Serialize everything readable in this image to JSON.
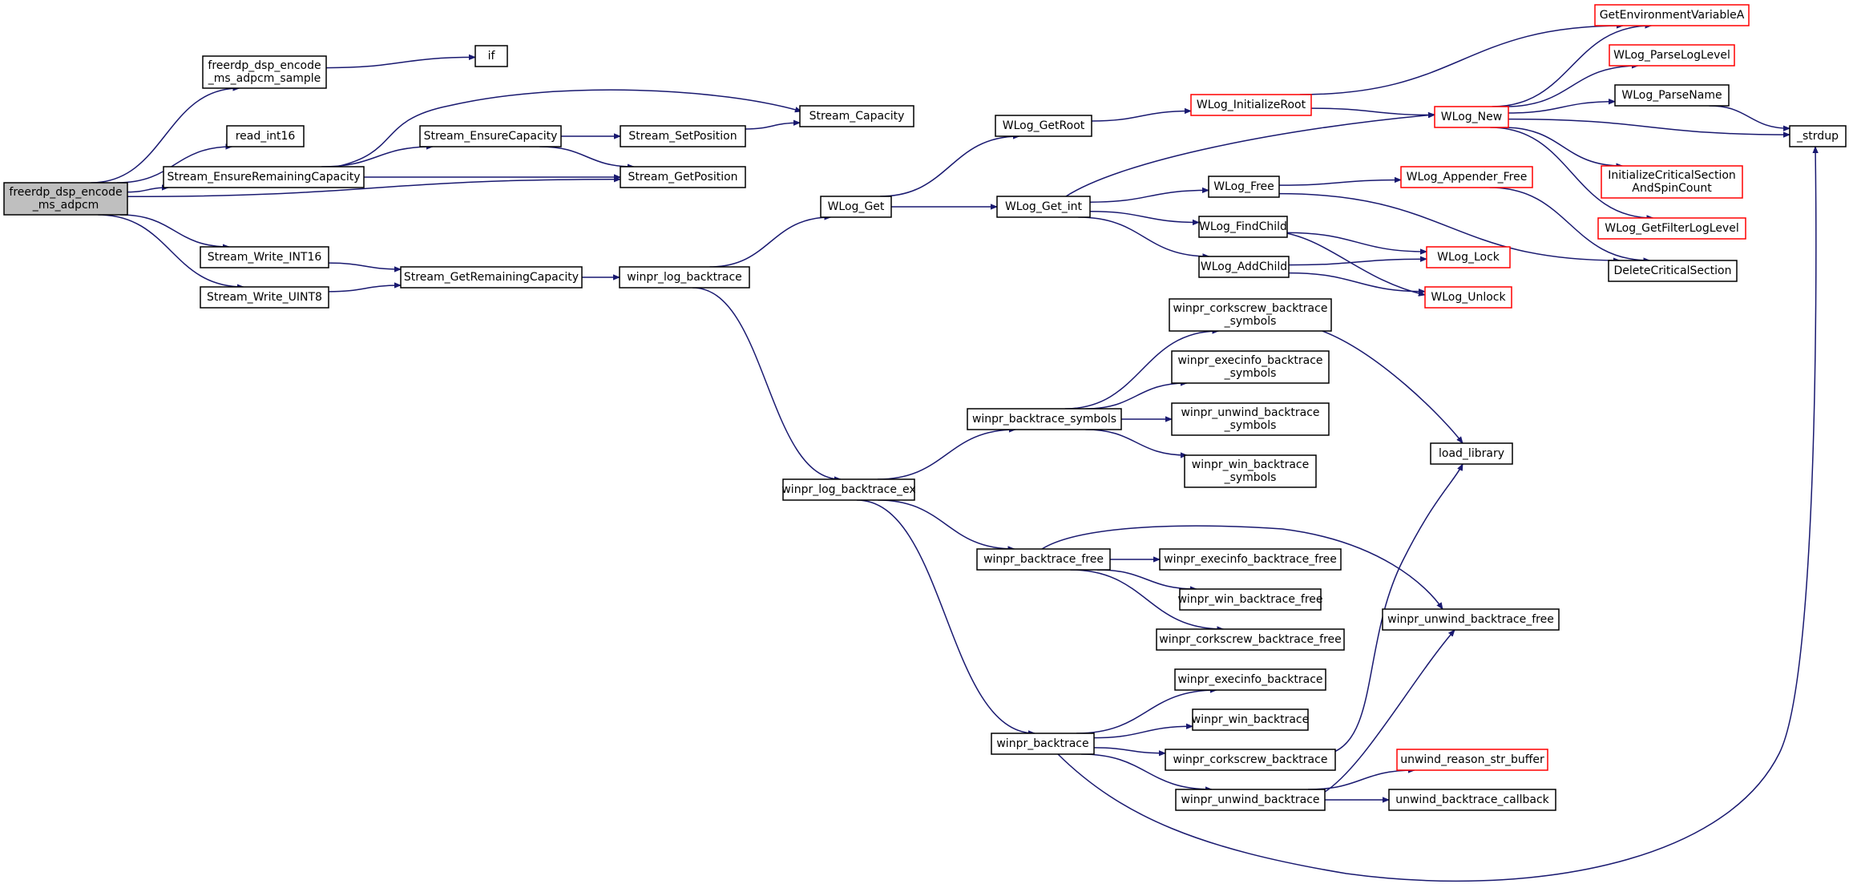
{
  "graph": {
    "nodes": [
      {
        "id": "root",
        "lines": [
          "freerdp_dsp_encode",
          "_ms_adpcm"
        ],
        "style": "root"
      },
      {
        "id": "sample",
        "lines": [
          "freerdp_dsp_encode",
          "_ms_adpcm_sample"
        ],
        "style": "normal"
      },
      {
        "id": "if",
        "lines": [
          "if"
        ],
        "style": "normal"
      },
      {
        "id": "read_int16",
        "lines": [
          "read_int16"
        ],
        "style": "normal"
      },
      {
        "id": "s_erc",
        "lines": [
          "Stream_EnsureRemainingCapacity"
        ],
        "style": "normal"
      },
      {
        "id": "s_ec",
        "lines": [
          "Stream_EnsureCapacity"
        ],
        "style": "normal"
      },
      {
        "id": "s_cap",
        "lines": [
          "Stream_Capacity"
        ],
        "style": "normal"
      },
      {
        "id": "s_setpos",
        "lines": [
          "Stream_SetPosition"
        ],
        "style": "normal"
      },
      {
        "id": "s_getpos",
        "lines": [
          "Stream_GetPosition"
        ],
        "style": "normal"
      },
      {
        "id": "s_wi16",
        "lines": [
          "Stream_Write_INT16"
        ],
        "style": "normal"
      },
      {
        "id": "s_wu8",
        "lines": [
          "Stream_Write_UINT8"
        ],
        "style": "normal"
      },
      {
        "id": "s_grc",
        "lines": [
          "Stream_GetRemainingCapacity"
        ],
        "style": "normal"
      },
      {
        "id": "w_lb",
        "lines": [
          "winpr_log_backtrace"
        ],
        "style": "normal"
      },
      {
        "id": "wlog_get",
        "lines": [
          "WLog_Get"
        ],
        "style": "normal"
      },
      {
        "id": "wlog_getroot",
        "lines": [
          "WLog_GetRoot"
        ],
        "style": "normal"
      },
      {
        "id": "wlog_getint",
        "lines": [
          "WLog_Get_int"
        ],
        "style": "normal"
      },
      {
        "id": "wlog_initroot",
        "lines": [
          "WLog_InitializeRoot"
        ],
        "style": "truncated"
      },
      {
        "id": "wlog_new",
        "lines": [
          "WLog_New"
        ],
        "style": "truncated"
      },
      {
        "id": "getenv",
        "lines": [
          "GetEnvironmentVariableA"
        ],
        "style": "truncated"
      },
      {
        "id": "parselevel",
        "lines": [
          "WLog_ParseLogLevel"
        ],
        "style": "truncated"
      },
      {
        "id": "parsename",
        "lines": [
          "WLog_ParseName"
        ],
        "style": "normal"
      },
      {
        "id": "strdup",
        "lines": [
          "_strdup"
        ],
        "style": "normal"
      },
      {
        "id": "initcs",
        "lines": [
          "InitializeCriticalSection",
          "AndSpinCount"
        ],
        "style": "truncated"
      },
      {
        "id": "getfilter",
        "lines": [
          "WLog_GetFilterLogLevel"
        ],
        "style": "truncated"
      },
      {
        "id": "wlog_free",
        "lines": [
          "WLog_Free"
        ],
        "style": "normal"
      },
      {
        "id": "app_free",
        "lines": [
          "WLog_Appender_Free"
        ],
        "style": "truncated"
      },
      {
        "id": "findchild",
        "lines": [
          "WLog_FindChild"
        ],
        "style": "normal"
      },
      {
        "id": "addchild",
        "lines": [
          "WLog_AddChild"
        ],
        "style": "normal"
      },
      {
        "id": "wlock",
        "lines": [
          "WLog_Lock"
        ],
        "style": "truncated"
      },
      {
        "id": "wunlock",
        "lines": [
          "WLog_Unlock"
        ],
        "style": "truncated"
      },
      {
        "id": "delcs",
        "lines": [
          "DeleteCriticalSection"
        ],
        "style": "normal"
      },
      {
        "id": "cs_sym",
        "lines": [
          "winpr_corkscrew_backtrace",
          "_symbols"
        ],
        "style": "normal"
      },
      {
        "id": "ex_sym",
        "lines": [
          "winpr_execinfo_backtrace",
          "_symbols"
        ],
        "style": "normal"
      },
      {
        "id": "bt_sym",
        "lines": [
          "winpr_backtrace_symbols"
        ],
        "style": "normal"
      },
      {
        "id": "uw_sym",
        "lines": [
          "winpr_unwind_backtrace",
          "_symbols"
        ],
        "style": "normal"
      },
      {
        "id": "win_sym",
        "lines": [
          "winpr_win_backtrace",
          "_symbols"
        ],
        "style": "normal"
      },
      {
        "id": "loadlib",
        "lines": [
          "load_library"
        ],
        "style": "normal"
      },
      {
        "id": "lb_ex",
        "lines": [
          "winpr_log_backtrace_ex"
        ],
        "style": "normal"
      },
      {
        "id": "bt_free",
        "lines": [
          "winpr_backtrace_free"
        ],
        "style": "normal"
      },
      {
        "id": "ex_free",
        "lines": [
          "winpr_execinfo_backtrace_free"
        ],
        "style": "normal"
      },
      {
        "id": "win_free",
        "lines": [
          "winpr_win_backtrace_free"
        ],
        "style": "normal"
      },
      {
        "id": "cs_free",
        "lines": [
          "winpr_corkscrew_backtrace_free"
        ],
        "style": "normal"
      },
      {
        "id": "uw_free",
        "lines": [
          "winpr_unwind_backtrace_free"
        ],
        "style": "normal"
      },
      {
        "id": "ex_bt",
        "lines": [
          "winpr_execinfo_backtrace"
        ],
        "style": "normal"
      },
      {
        "id": "bt",
        "lines": [
          "winpr_backtrace"
        ],
        "style": "normal"
      },
      {
        "id": "win_bt",
        "lines": [
          "winpr_win_backtrace"
        ],
        "style": "normal"
      },
      {
        "id": "cs_bt",
        "lines": [
          "winpr_corkscrew_backtrace"
        ],
        "style": "normal"
      },
      {
        "id": "uw_bt",
        "lines": [
          "winpr_unwind_backtrace"
        ],
        "style": "normal"
      },
      {
        "id": "uw_reason",
        "lines": [
          "unwind_reason_str_buffer"
        ],
        "style": "truncated"
      },
      {
        "id": "uw_cb",
        "lines": [
          "unwind_backtrace_callback"
        ],
        "style": "normal"
      }
    ],
    "edges": [
      [
        "root",
        "sample"
      ],
      [
        "root",
        "read_int16"
      ],
      [
        "root",
        "s_erc"
      ],
      [
        "root",
        "s_getpos"
      ],
      [
        "root",
        "s_wi16"
      ],
      [
        "root",
        "s_wu8"
      ],
      [
        "sample",
        "if"
      ],
      [
        "s_erc",
        "s_cap"
      ],
      [
        "s_erc",
        "s_ec"
      ],
      [
        "s_erc",
        "s_getpos"
      ],
      [
        "s_ec",
        "s_setpos"
      ],
      [
        "s_ec",
        "s_getpos"
      ],
      [
        "s_setpos",
        "s_cap"
      ],
      [
        "s_wi16",
        "s_grc"
      ],
      [
        "s_wu8",
        "s_grc"
      ],
      [
        "s_grc",
        "w_lb"
      ],
      [
        "w_lb",
        "wlog_get"
      ],
      [
        "w_lb",
        "lb_ex"
      ],
      [
        "wlog_get",
        "wlog_getroot"
      ],
      [
        "wlog_get",
        "wlog_getint"
      ],
      [
        "wlog_getroot",
        "wlog_initroot"
      ],
      [
        "wlog_initroot",
        "getenv"
      ],
      [
        "wlog_initroot",
        "wlog_new"
      ],
      [
        "wlog_getint",
        "wlog_new"
      ],
      [
        "wlog_getint",
        "wlog_free"
      ],
      [
        "wlog_getint",
        "findchild"
      ],
      [
        "wlog_getint",
        "addchild"
      ],
      [
        "wlog_new",
        "getenv"
      ],
      [
        "wlog_new",
        "parselevel"
      ],
      [
        "wlog_new",
        "parsename"
      ],
      [
        "wlog_new",
        "strdup"
      ],
      [
        "wlog_new",
        "initcs"
      ],
      [
        "wlog_new",
        "getfilter"
      ],
      [
        "parsename",
        "strdup"
      ],
      [
        "wlog_free",
        "app_free"
      ],
      [
        "wlog_free",
        "delcs"
      ],
      [
        "app_free",
        "delcs"
      ],
      [
        "findchild",
        "wlock"
      ],
      [
        "findchild",
        "wunlock"
      ],
      [
        "addchild",
        "wlock"
      ],
      [
        "addchild",
        "wunlock"
      ],
      [
        "lb_ex",
        "bt_sym"
      ],
      [
        "lb_ex",
        "bt_free"
      ],
      [
        "lb_ex",
        "bt"
      ],
      [
        "bt_sym",
        "cs_sym"
      ],
      [
        "bt_sym",
        "ex_sym"
      ],
      [
        "bt_sym",
        "uw_sym"
      ],
      [
        "bt_sym",
        "win_sym"
      ],
      [
        "cs_sym",
        "loadlib"
      ],
      [
        "bt_free",
        "ex_free"
      ],
      [
        "bt_free",
        "win_free"
      ],
      [
        "bt_free",
        "cs_free"
      ],
      [
        "bt_free",
        "uw_free"
      ],
      [
        "bt",
        "ex_bt"
      ],
      [
        "bt",
        "win_bt"
      ],
      [
        "bt",
        "cs_bt"
      ],
      [
        "bt",
        "uw_bt"
      ],
      [
        "bt",
        "strdup"
      ],
      [
        "cs_bt",
        "loadlib"
      ],
      [
        "uw_bt",
        "uw_free"
      ],
      [
        "uw_bt",
        "uw_reason"
      ],
      [
        "uw_bt",
        "uw_cb"
      ]
    ]
  },
  "colors": {
    "edge": "#191970",
    "node_border": "#000000",
    "truncated_border": "#ff0000",
    "root_fill": "#bfbfbf",
    "background": "#ffffff"
  }
}
